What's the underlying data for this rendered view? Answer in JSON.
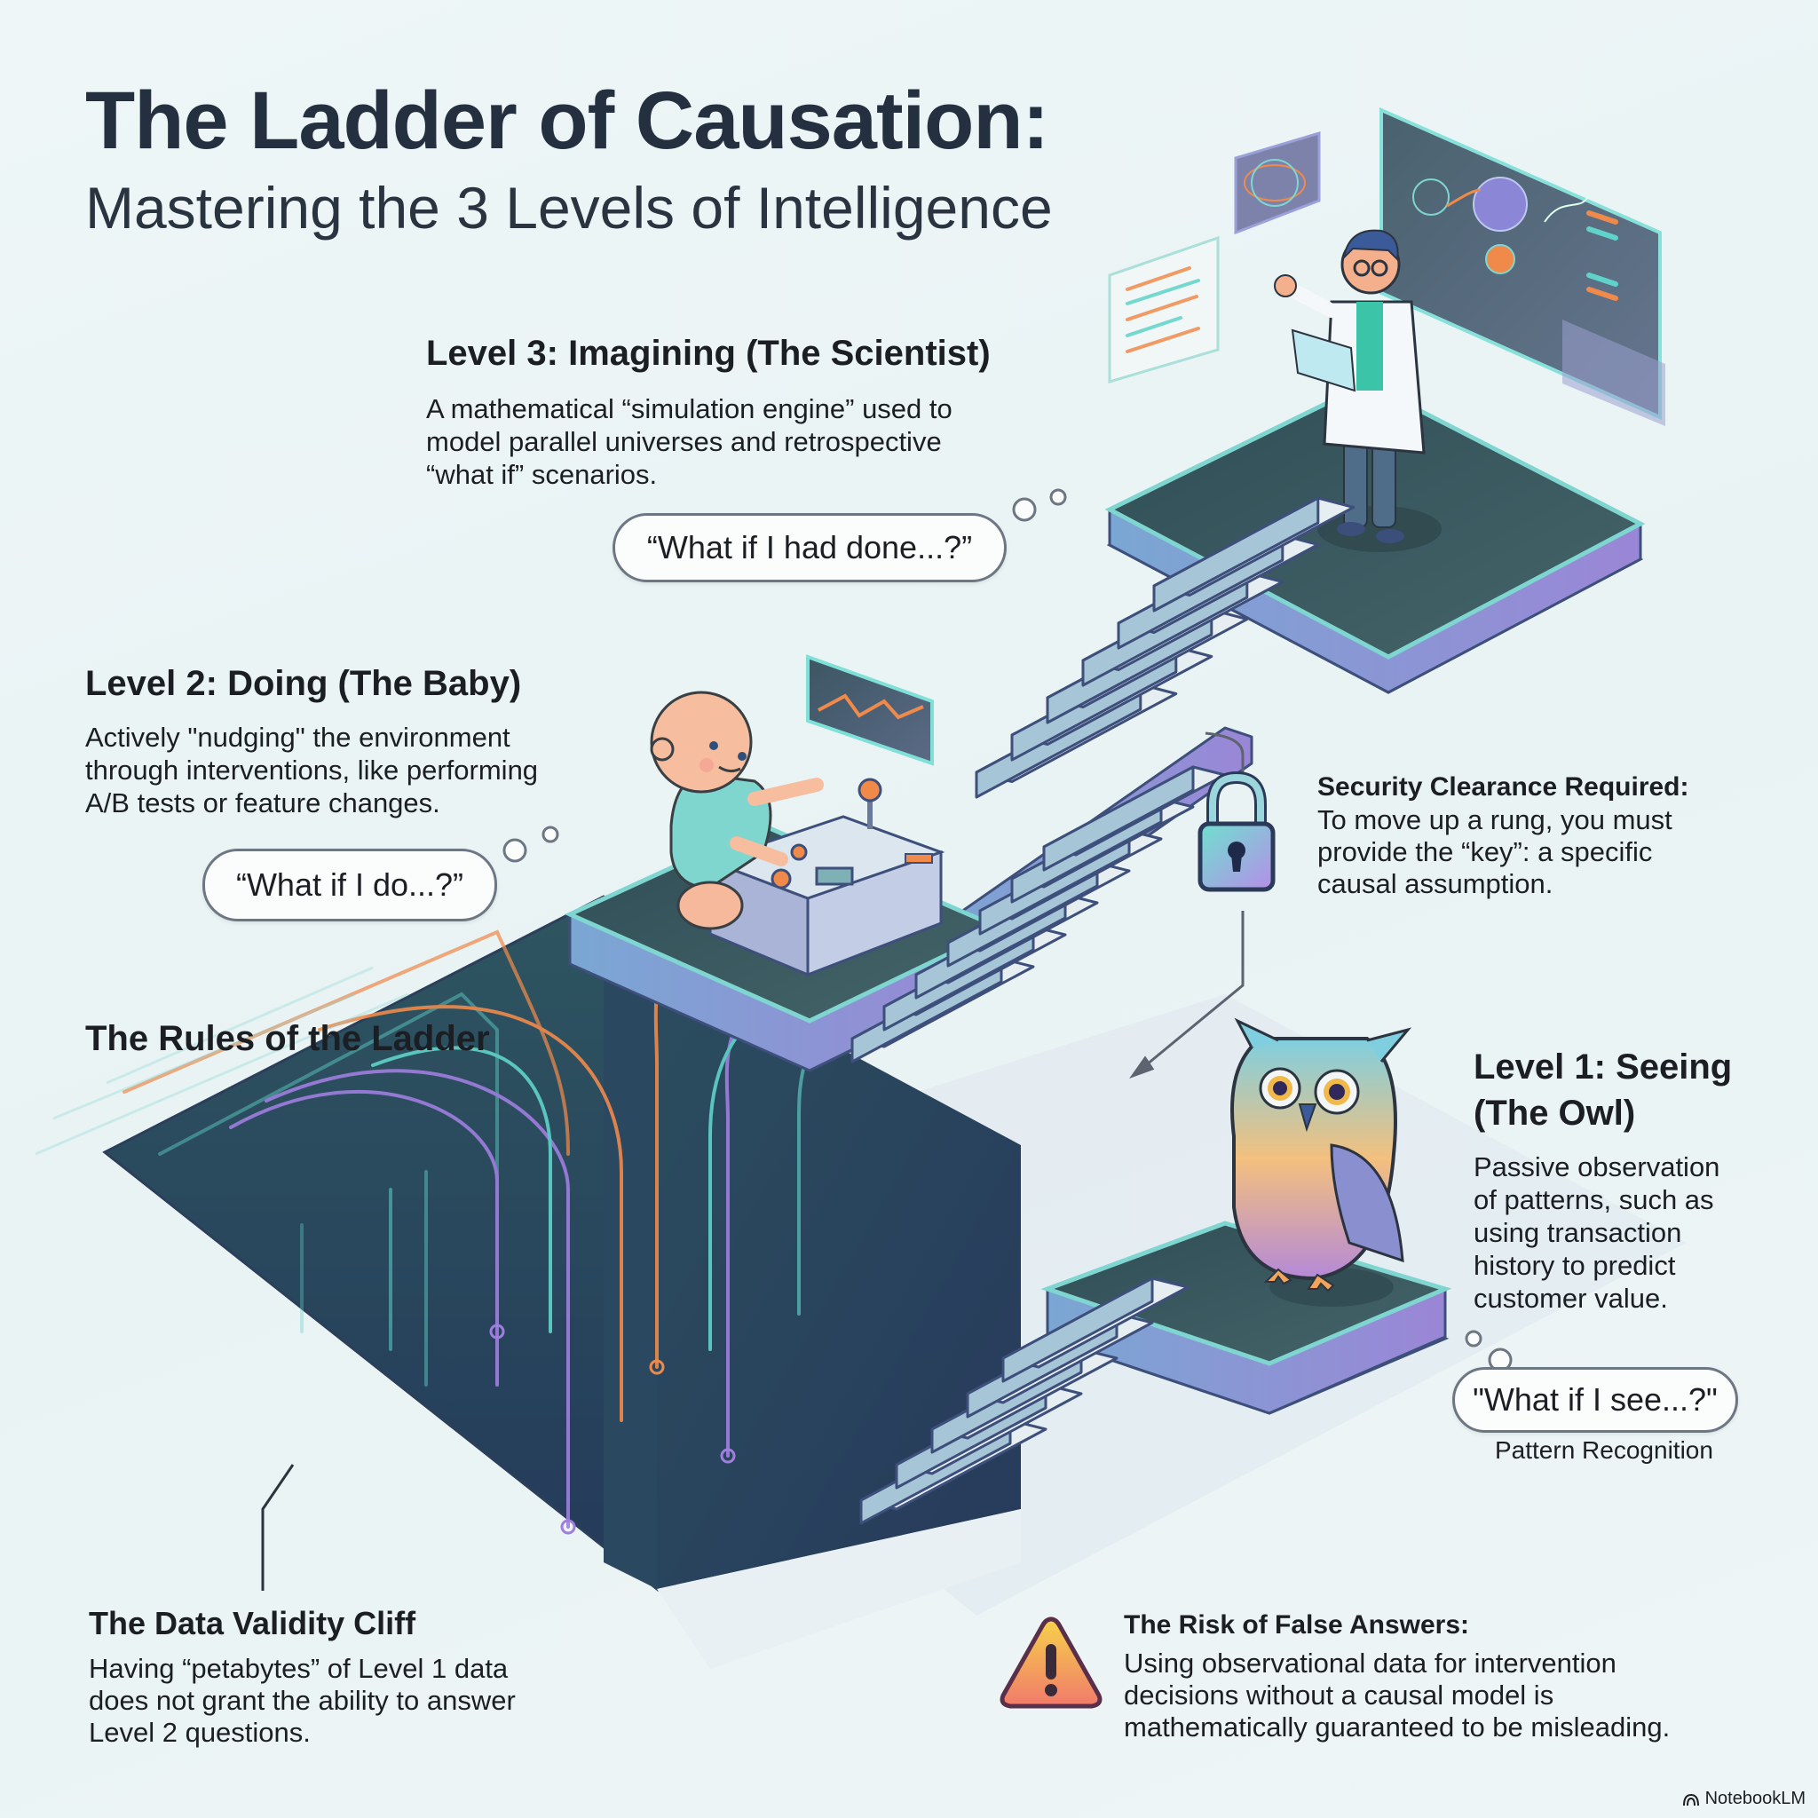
{
  "header": {
    "title": "The Ladder of Causation:",
    "subtitle": "Mastering the 3 Levels of Intelligence"
  },
  "levels": [
    {
      "id": "level3",
      "heading": "Level 3: Imagining (The Scientist)",
      "description": "A mathematical “simulation engine” used to model parallel universes and retrospective “what if” scenarios.",
      "thought": "“What if I had done...?”",
      "character": "scientist"
    },
    {
      "id": "level2",
      "heading": "Level 2: Doing (The Baby)",
      "description": "Actively \"nudging\" the environment through interventions, like performing A/B tests or feature changes.",
      "thought": "“What if I do...?”",
      "character": "baby"
    },
    {
      "id": "level1",
      "heading_line1": "Level 1: Seeing",
      "heading_line2": "(The Owl)",
      "description": "Passive observation of patterns, such as using transaction history to predict customer value.",
      "thought": "\"What if I see...?\"",
      "caption": "Pattern Recognition",
      "character": "owl"
    }
  ],
  "rules": {
    "heading": "The Rules of the Ladder",
    "security": {
      "icon": "lock-icon",
      "heading": "Security Clearance Required:",
      "text": "To move up a rung, you must provide the “key”: a specific causal assumption."
    },
    "cliff": {
      "heading": "The Data Validity Cliff",
      "text": "Having “petabytes” of Level 1 data does not grant the ability to answer Level 2 questions."
    },
    "risk": {
      "icon": "warning-icon",
      "heading": "The Risk of False Answers:",
      "text": "Using observational data for intervention decisions without a causal model is mathematically guaranteed to be misleading."
    }
  },
  "brand": {
    "name": "NotebookLM",
    "icon": "notebooklm-logo-icon"
  },
  "colors": {
    "platform_top": "#3f5f66",
    "platform_side": "#8a90cf",
    "platform_rim": "#7fd6d0",
    "stair_tread": "#e6eef2",
    "stair_riser": "#a6c6d8",
    "outline": "#3d4f7a",
    "accent_orange": "#f08a4b",
    "accent_teal": "#5fd3c9",
    "accent_purple": "#a07ee0"
  }
}
